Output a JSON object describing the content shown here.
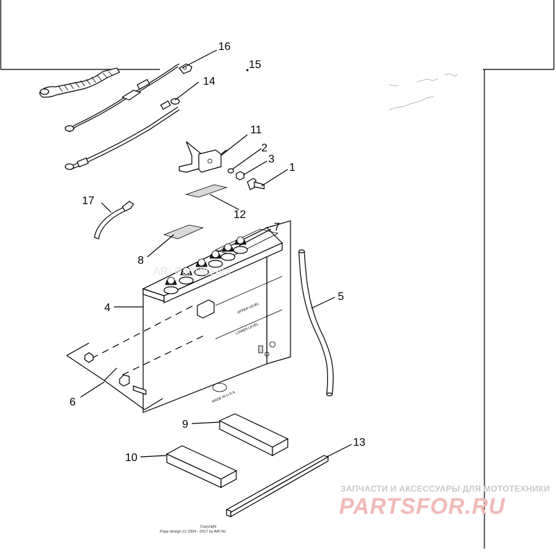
{
  "callouts": {
    "c1": "1",
    "c2": "2",
    "c3": "3",
    "c4": "4",
    "c5": "5",
    "c6": "6",
    "c7": "7",
    "c8": "8",
    "c9": "9",
    "c10": "10",
    "c11": "11",
    "c12": "12",
    "c13": "13",
    "c14": "14",
    "c15": "15",
    "c16": "16",
    "c17": "17"
  },
  "battery_labels": {
    "upper_level": "UPPER LEVEL",
    "lower_level": "LOWER LEVEL",
    "made_in": "MADE IN U.S.A."
  },
  "watermarks": {
    "ari": "ARI PartStream",
    "shop_tagline": "ЗАПЧАСТИ И АКСЕССУАРЫ ДЛЯ МОТОТЕХНИКИ",
    "shop_brand": "PARTSFOR.RU"
  },
  "footer": {
    "copyright": "Copyright",
    "page_design": "Page design (c) 2004 - 2017 by ARI Nc"
  }
}
